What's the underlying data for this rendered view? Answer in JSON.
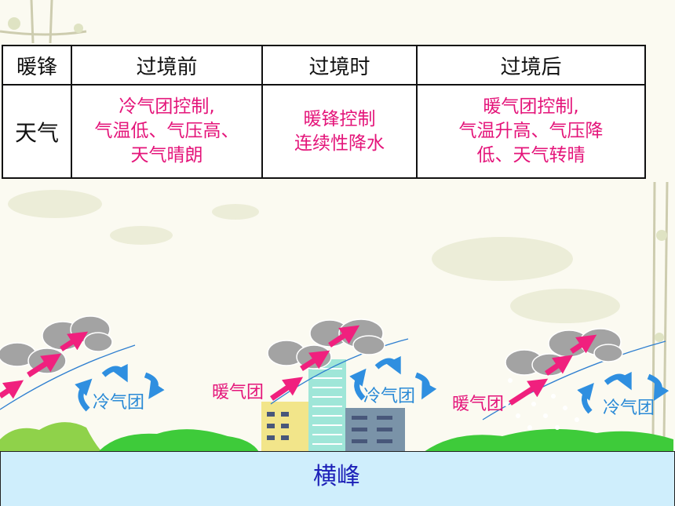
{
  "table": {
    "header": [
      "暖锋",
      "过境前",
      "过境时",
      "过境后"
    ],
    "row_label": "天气",
    "cells": [
      [
        "冷气团控制,",
        "气温低、气压高、",
        "天气晴朗"
      ],
      [
        "暖锋控制",
        "连续性降水"
      ],
      [
        "暖气团控制,",
        "气温升高、气压降",
        "低、天气转晴"
      ]
    ]
  },
  "scene": {
    "ground_label": "横峰",
    "labels": {
      "cold_1": "冷气团",
      "warm_2": "暖气团",
      "cold_2": "冷气团",
      "warm_3": "暖气团",
      "cold_3": "冷气团"
    }
  },
  "colors": {
    "warm_text": "#e4157a",
    "cold_text": "#2a8ad6",
    "ground_text": "#1d21b8",
    "ground_fill": "#cfeefc",
    "warm_arrow": "#f0207e",
    "cold_arrow": "#2f8fe0",
    "cloud": "#9a9a9a",
    "hill": "#5fcf3a"
  }
}
